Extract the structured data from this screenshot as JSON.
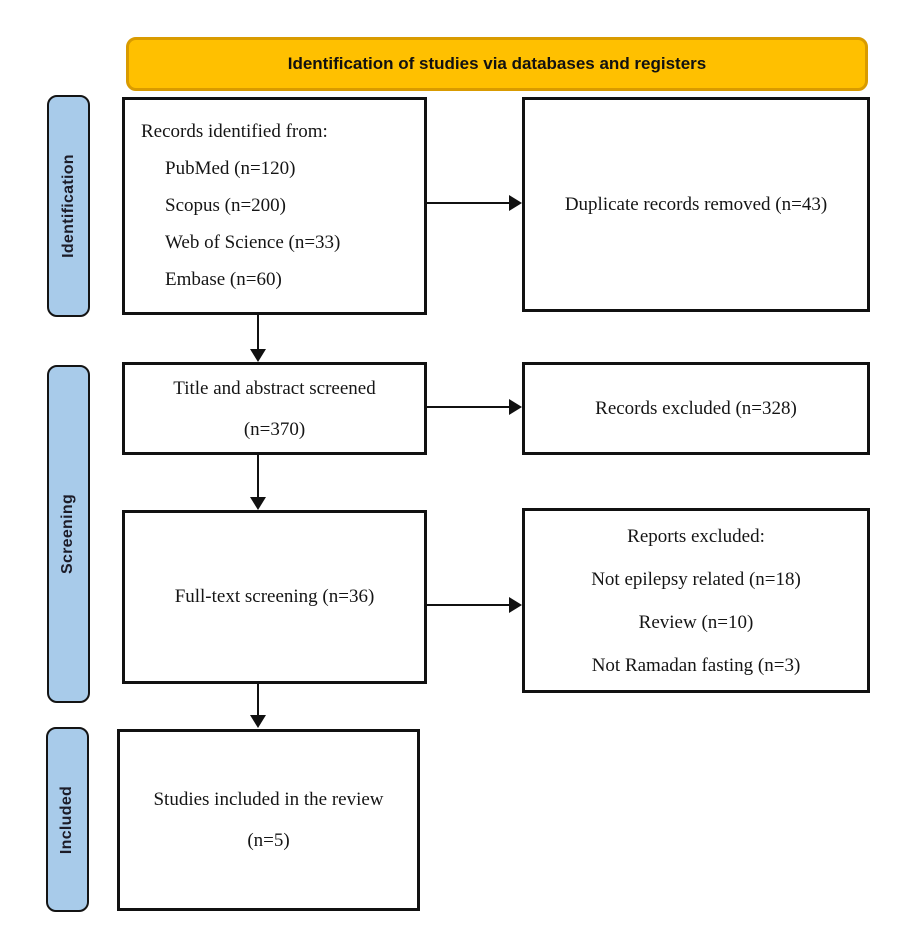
{
  "header": {
    "title": "Identification of studies via databases and registers",
    "bg": "#FFC000",
    "border": "#D99B00"
  },
  "sidebar": {
    "bg": "#A8CBEA",
    "items": [
      {
        "label": "Identification"
      },
      {
        "label": "Screening"
      },
      {
        "label": "Included"
      }
    ]
  },
  "boxes": {
    "records_identified": {
      "title": "Records identified from:",
      "items": [
        "PubMed (n=120)",
        "Scopus (n=200)",
        "Web of Science (n=33)",
        "Embase (n=60)"
      ]
    },
    "duplicates_removed": {
      "text": "Duplicate records removed (n=43)"
    },
    "title_abstract_screened": {
      "line1": "Title and abstract screened",
      "line2": "(n=370)"
    },
    "records_excluded": {
      "text": "Records excluded (n=328)"
    },
    "fulltext_screening": {
      "text": "Full-text screening (n=36)"
    },
    "reports_excluded": {
      "title": "Reports excluded:",
      "items": [
        "Not epilepsy related (n=18)",
        "Review (n=10)",
        "Not Ramadan fasting (n=3)"
      ]
    },
    "studies_included": {
      "line1": "Studies included in the review",
      "line2": "(n=5)"
    }
  }
}
